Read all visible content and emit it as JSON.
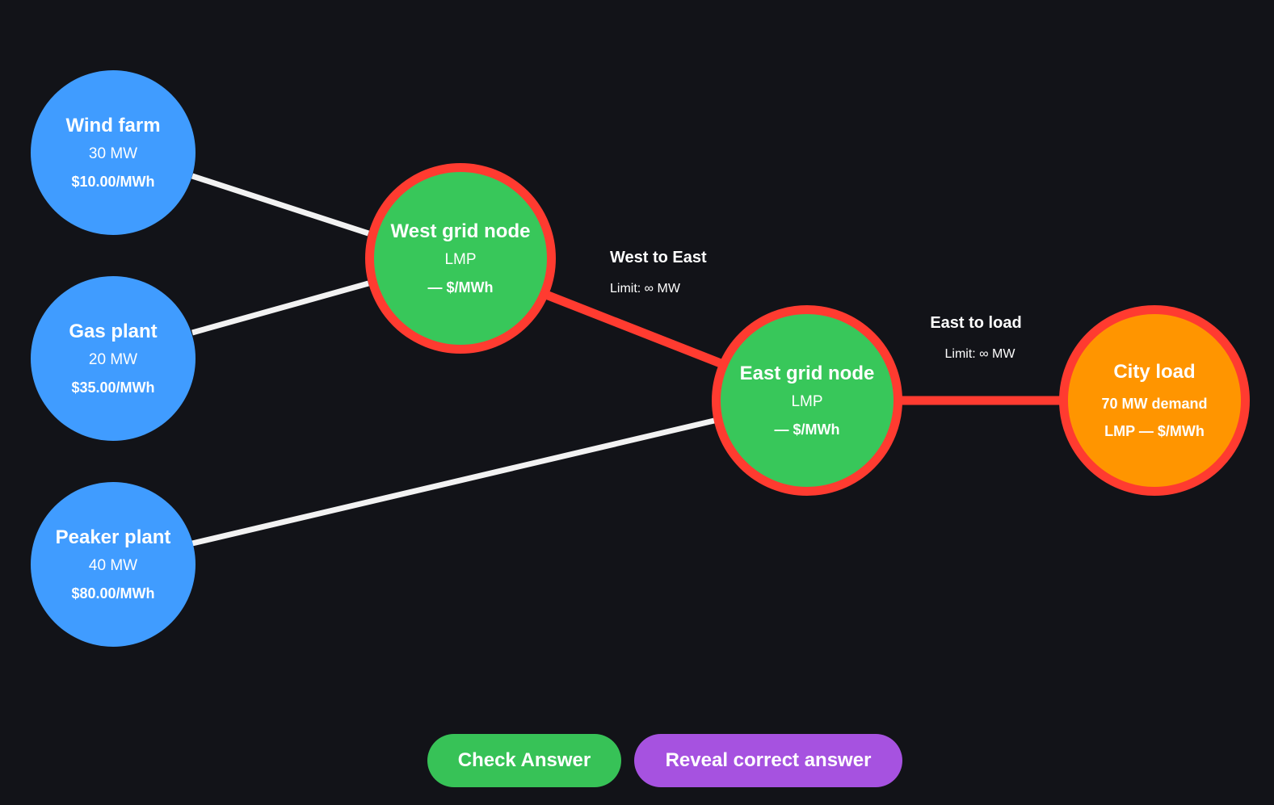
{
  "generators": [
    {
      "name": "Wind farm",
      "capacity": "30 MW",
      "price": "$10.00/MWh"
    },
    {
      "name": "Gas plant",
      "capacity": "20 MW",
      "price": "$35.00/MWh"
    },
    {
      "name": "Peaker plant",
      "capacity": "40 MW",
      "price": "$80.00/MWh"
    }
  ],
  "grid_nodes": [
    {
      "name": "West grid node",
      "lmp_label": "LMP",
      "lmp_value": "— $/MWh"
    },
    {
      "name": "East grid node",
      "lmp_label": "LMP",
      "lmp_value": "— $/MWh"
    }
  ],
  "load": {
    "name": "City load",
    "demand": "70 MW demand",
    "lmp": "LMP — $/MWh"
  },
  "links": [
    {
      "name": "West to East",
      "limit": "Limit: ∞ MW"
    },
    {
      "name": "East to load",
      "limit": "Limit: ∞ MW"
    }
  ],
  "buttons": {
    "check": "Check Answer",
    "reveal": "Reveal correct answer"
  },
  "colors": {
    "background": "#121318",
    "generator": "#409cff",
    "grid_node": "#38c75a",
    "load": "#ff9500",
    "constrained_line": "#ff3b30",
    "line": "#f2f2f2",
    "check_button": "#37c257",
    "reveal_button": "#a652e0"
  }
}
